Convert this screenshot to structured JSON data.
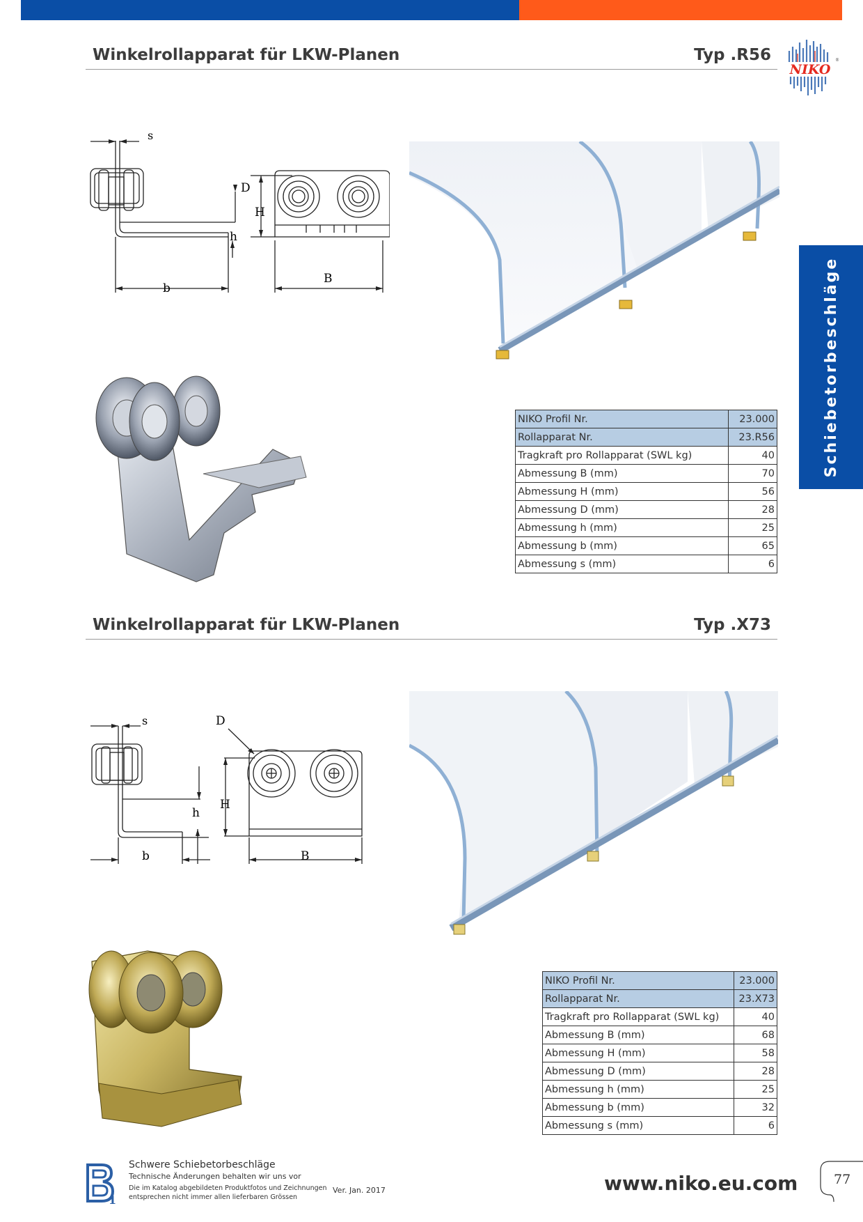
{
  "header": {
    "colors": {
      "blue": "#0a4ea6",
      "orange": "#ff5a1a"
    }
  },
  "brand": {
    "logo_text": "NIKO",
    "registered": "®"
  },
  "side_tab": {
    "label": "Schiebetorbeschläge"
  },
  "sections": [
    {
      "title": "Winkelrollapparat für LKW-Planen",
      "type": "Typ .R56",
      "dims": {
        "s": "s",
        "D": "D",
        "H": "H",
        "h": "h",
        "b": "b",
        "B": "B"
      },
      "table": [
        {
          "label": "NIKO Profil Nr.",
          "value": "23.000",
          "highlight": true
        },
        {
          "label": "Rollapparat Nr.",
          "value": "23.R56",
          "highlight": true
        },
        {
          "label": "Tragkraft pro Rollapparat (SWL kg)",
          "value": "40",
          "highlight": false
        },
        {
          "label": "Abmessung B (mm)",
          "value": "70",
          "highlight": false
        },
        {
          "label": "Abmessung H (mm)",
          "value": "56",
          "highlight": false
        },
        {
          "label": "Abmessung D (mm)",
          "value": "28",
          "highlight": false
        },
        {
          "label": "Abmessung h (mm)",
          "value": "25",
          "highlight": false
        },
        {
          "label": "Abmessung b (mm)",
          "value": "65",
          "highlight": false
        },
        {
          "label": "Abmessung s (mm)",
          "value": "6",
          "highlight": false
        }
      ]
    },
    {
      "title": "Winkelrollapparat für LKW-Planen",
      "type": "Typ .X73",
      "dims": {
        "s": "s",
        "D": "D",
        "H": "H",
        "h": "h",
        "b": "b",
        "B": "B"
      },
      "table": [
        {
          "label": "NIKO Profil Nr.",
          "value": "23.000",
          "highlight": true
        },
        {
          "label": "Rollapparat Nr.",
          "value": "23.X73",
          "highlight": true
        },
        {
          "label": "Tragkraft pro Rollapparat (SWL kg)",
          "value": "40",
          "highlight": false
        },
        {
          "label": "Abmessung B (mm)",
          "value": "68",
          "highlight": false
        },
        {
          "label": "Abmessung H (mm)",
          "value": "58",
          "highlight": false
        },
        {
          "label": "Abmessung D (mm)",
          "value": "28",
          "highlight": false
        },
        {
          "label": "Abmessung h (mm)",
          "value": "25",
          "highlight": false
        },
        {
          "label": "Abmessung b (mm)",
          "value": "32",
          "highlight": false
        },
        {
          "label": "Abmessung s (mm)",
          "value": "6",
          "highlight": false
        }
      ]
    }
  ],
  "footer": {
    "title": "Schwere Schiebetorbeschläge",
    "line1": "Technische Änderungen behalten wir uns vor",
    "line2": "Die im Katalog abgebildeten Produktfotos und Zeichnungen",
    "line3": "entsprechen nicht immer allen lieferbaren Grössen",
    "version": "Ver. Jan. 2017",
    "url": "www.niko.eu.com",
    "page_number": "77"
  }
}
